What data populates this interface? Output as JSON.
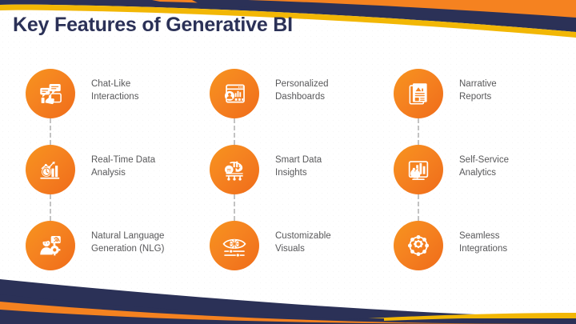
{
  "slide": {
    "title": "Key Features of Generative BI",
    "background_color": "#ffffff",
    "title_color": "#2b3157",
    "label_color": "#58585a",
    "accent_orange": "#f58220",
    "accent_navy": "#2b3157",
    "accent_gold": "#f2b705",
    "connector_color": "#c3c3c3"
  },
  "features": [
    {
      "label": "Chat-Like\nInteractions",
      "icon": "chat-bubble-hand-icon",
      "column": 0,
      "row": 0
    },
    {
      "label": "Real-Time Data\nAnalysis",
      "icon": "clock-bar-chart-icon",
      "column": 0,
      "row": 1
    },
    {
      "label": "Natural Language\nGeneration (NLG)",
      "icon": "person-translate-gear-icon",
      "column": 0,
      "row": 2
    },
    {
      "label": "Personalized\nDashboards",
      "icon": "dashboard-window-user-icon",
      "column": 1,
      "row": 0
    },
    {
      "label": "Smart Data\nInsights",
      "icon": "data-network-insights-icon",
      "column": 1,
      "row": 1
    },
    {
      "label": "Customizable\nVisuals",
      "icon": "eye-sliders-icon",
      "column": 1,
      "row": 2
    },
    {
      "label": "Narrative\nReports",
      "icon": "report-document-icon",
      "column": 2,
      "row": 0
    },
    {
      "label": "Self-Service\nAnalytics",
      "icon": "analytics-board-hand-icon",
      "column": 2,
      "row": 1
    },
    {
      "label": "Seamless\nIntegrations",
      "icon": "gear-network-nodes-icon",
      "column": 2,
      "row": 2
    }
  ]
}
